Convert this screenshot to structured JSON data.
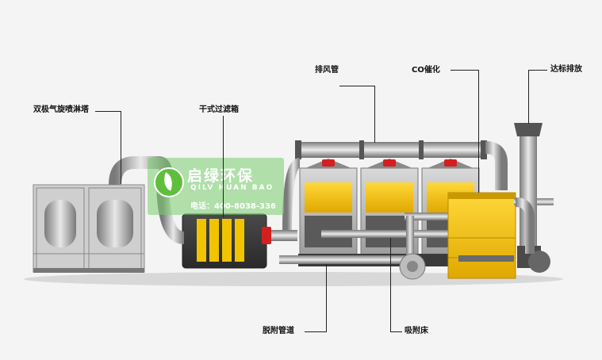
{
  "labels": {
    "spray_tower": "双极气旋喷淋塔",
    "dry_filter_box": "干式过滤箱",
    "exhaust_pipe": "排风管",
    "co_catalysis": "CO催化",
    "emission_stack": "达标排放",
    "desorption_pipe": "脱附管道",
    "adsorption_bed": "吸附床"
  },
  "watermark": {
    "title": "启绿环保",
    "subtitle": "QILV HUAN BAO",
    "phone": "电话：400-8038-336"
  },
  "colors": {
    "accent_yellow": "#f0c400",
    "watermark_green": "#6ccf5a",
    "duct_gray": "#9a9a9a",
    "flange_red": "#d22020"
  }
}
